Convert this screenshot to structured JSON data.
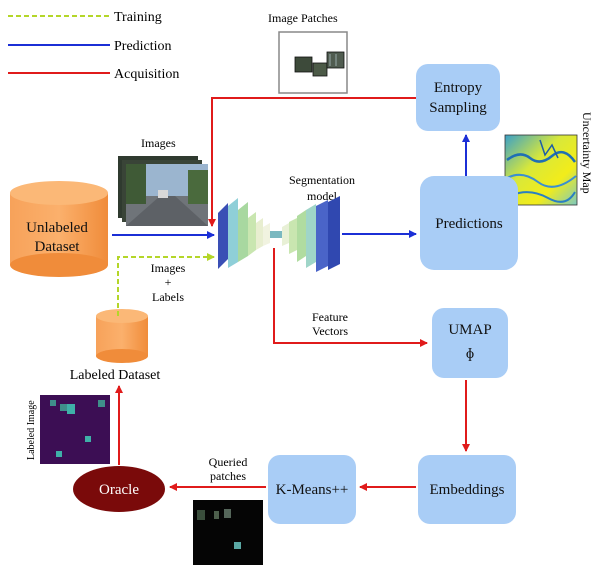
{
  "legend": [
    {
      "label": "Training",
      "color": "#b4d629",
      "style": "dashed"
    },
    {
      "label": "Prediction",
      "color": "#1b2fd6",
      "style": "solid"
    },
    {
      "label": "Acquisition",
      "color": "#e01b1b",
      "style": "solid"
    }
  ],
  "labels": {
    "image_patches": "Image  Patches",
    "images_top": "Images",
    "segmentation_line1": "Segmentation",
    "segmentation_line2": "model",
    "images_labels_line1": "Images",
    "images_labels_line2": "+",
    "images_labels_line3": "Labels",
    "feature_line1": "Feature",
    "feature_line2": "Vectors",
    "labeled_dataset": "Labeled  Dataset",
    "labeled_image": "Labeled Image",
    "queried_line1": "Queried",
    "queried_line2": "patches",
    "uncertainty_map": "Uncertainty  Map"
  },
  "nodes": {
    "unlabeled_line1": "Unlabeled",
    "unlabeled_line2": "Dataset",
    "entropy_line1": "Entropy",
    "entropy_line2": "Sampling",
    "predictions": "Predictions",
    "umap_line1": "UMAP",
    "umap_line2": "ɸ",
    "embeddings": "Embeddings",
    "kmeans": "K-Means++",
    "oracle": "Oracle"
  },
  "colors": {
    "box_fill": "#a9cdf6",
    "cylinder_fill": "#f99a4d",
    "oracle_fill": "#7a0a0a",
    "training": "#b4d629",
    "prediction": "#1b2fd6",
    "acquisition": "#e01b1b"
  }
}
